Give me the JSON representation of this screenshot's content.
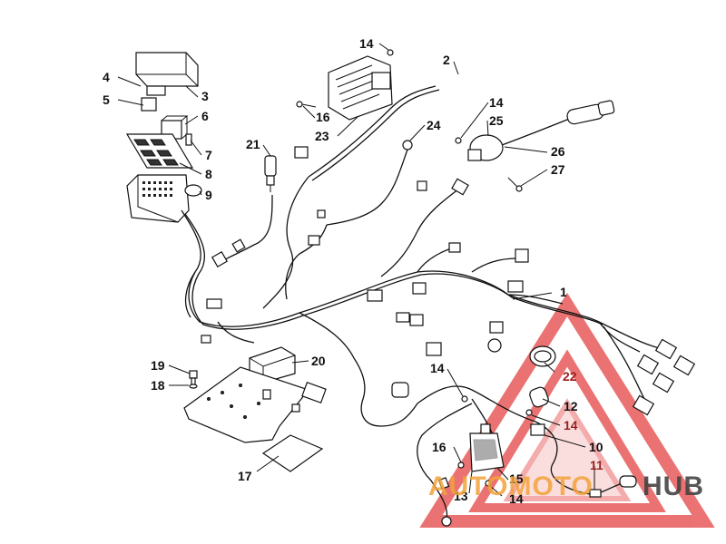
{
  "callouts": [
    {
      "id": "1",
      "text": "1"
    },
    {
      "id": "2",
      "text": "2"
    },
    {
      "id": "3",
      "text": "3"
    },
    {
      "id": "4",
      "text": "4"
    },
    {
      "id": "5",
      "text": "5"
    },
    {
      "id": "6",
      "text": "6"
    },
    {
      "id": "7",
      "text": "7"
    },
    {
      "id": "8",
      "text": "8"
    },
    {
      "id": "9",
      "text": "9"
    },
    {
      "id": "10",
      "text": "10"
    },
    {
      "id": "11",
      "text": "11"
    },
    {
      "id": "12",
      "text": "12"
    },
    {
      "id": "13",
      "text": "13"
    },
    {
      "id": "14a",
      "text": "14"
    },
    {
      "id": "14b",
      "text": "14"
    },
    {
      "id": "14c",
      "text": "14"
    },
    {
      "id": "14d",
      "text": "14"
    },
    {
      "id": "14e",
      "text": "14"
    },
    {
      "id": "15",
      "text": "15"
    },
    {
      "id": "16a",
      "text": "16"
    },
    {
      "id": "16b",
      "text": "16"
    },
    {
      "id": "17",
      "text": "17"
    },
    {
      "id": "18",
      "text": "18"
    },
    {
      "id": "19",
      "text": "19"
    },
    {
      "id": "20",
      "text": "20"
    },
    {
      "id": "21",
      "text": "21"
    },
    {
      "id": "22",
      "text": "22"
    },
    {
      "id": "23",
      "text": "23"
    },
    {
      "id": "24",
      "text": "24"
    },
    {
      "id": "25",
      "text": "25"
    },
    {
      "id": "26",
      "text": "26"
    },
    {
      "id": "27",
      "text": "27"
    }
  ],
  "watermark": {
    "part1": "AUTOMOTO",
    "part2": "HUB",
    "color_primary": "#e85a5a",
    "color_secondary": "#f3a33a",
    "color_dark": "#444444"
  }
}
